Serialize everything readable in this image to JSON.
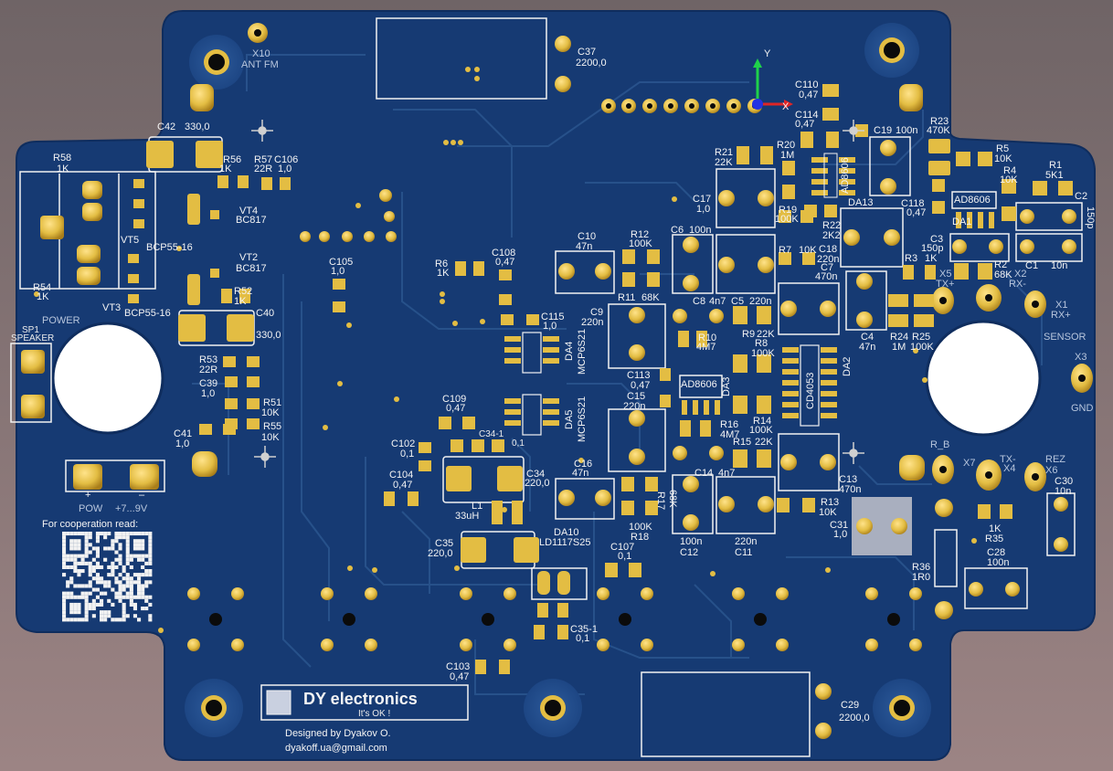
{
  "board": {
    "colors": {
      "board": "#163a73",
      "board_edge": "#0f2d5e",
      "trace": "#2b568f",
      "pad": "#e3bd43",
      "pad_dark": "#b88c22",
      "silk": "#f2f2f2",
      "hole": "#0b0b0b"
    }
  },
  "connectors": {
    "x10_ref": "X10",
    "x10_name": "ANT FM",
    "sp1_ref": "SP1",
    "sp1_name": "SPEAKER",
    "power": "POWER",
    "sensor": "SENSOR",
    "x3_ref": "X3",
    "x3_gnd": "GND",
    "x1_ref": "X1",
    "x1_name": "RX+",
    "x2_ref": "X2",
    "x2_name": "RX-",
    "x5_ref": "X5",
    "x5_name": "TX+",
    "x7_ref": "X7",
    "x7_name": "R_B",
    "x4_ref": "X4",
    "x4_name": "TX-",
    "x6_ref": "X6",
    "x6_name": "REZ",
    "pow_label": "POW",
    "pow_plus": "+",
    "pow_minus": "–",
    "pow_range": "+7...9V"
  },
  "components": {
    "c37": "C37",
    "c37_v": "2200,0",
    "c29": "C29",
    "c29_v": "2200,0",
    "c42": "C42",
    "c42_v": "330,0",
    "c40": "C40",
    "c40_v": "330,0",
    "r58": "R58",
    "r58_v": "1K",
    "r54": "R54",
    "r54_v": "1K",
    "r56": "R56",
    "r56_v": "1K",
    "r57": "R57",
    "r57_v": "22R",
    "c106": "C106",
    "c106_v": "1,0",
    "vt4": "VT4",
    "vt4_v": "BC817",
    "vt2": "VT2",
    "vt2_v": "BC817",
    "vt5": "VT5",
    "vt5_v": "BCP55-16",
    "vt3": "VT3",
    "vt3_v": "BCP55-16",
    "r52": "R52",
    "r52_v": "1K",
    "r53": "R53",
    "r53_v": "22R",
    "c39": "C39",
    "c39_v": "1,0",
    "r51": "R51",
    "r51_v": "10K",
    "r55": "R55",
    "r55_v": "10K",
    "c41": "C41",
    "c41_v": "1,0",
    "c105": "C105",
    "c105_v": "1,0",
    "r6": "R6",
    "r6_v": "1K",
    "c108": "C108",
    "c108_v": "0,47",
    "c115": "C115",
    "c115_v": "1,0",
    "da4": "DA4",
    "da4_v": "MCP6S21",
    "da5": "DA5",
    "da5_v": "MCP6S21",
    "c109": "C109",
    "c109_v": "0,47",
    "c34_1": "C34-1",
    "c34_1_v": "0,1",
    "c102": "C102",
    "c102_v": "0,1",
    "c104": "C104",
    "c104_v": "0,47",
    "c34": "C34",
    "c34_v": "220,0",
    "l1": "L1",
    "l1_v": "33uH",
    "c35": "C35",
    "c35_v": "220,0",
    "da10": "DA10",
    "da10_v": "LD1117S25",
    "c107": "C107",
    "c107_v": "0,1",
    "c35_1": "C35-1",
    "c35_1_v": "0,1",
    "c103": "C103",
    "c103_v": "0,47",
    "c10": "C10",
    "c10_v": "47n",
    "r12": "R12",
    "r12_v": "100K",
    "r11": "R11",
    "r11_v": "68K",
    "c6": "C6",
    "c6_v": "100n",
    "c9": "C9",
    "c9_v": "220n",
    "c8": "C8",
    "c8_v": "4n7",
    "c5": "C5",
    "c5_v": "220n",
    "r10": "R10",
    "r10_v": "4M7",
    "r9": "R9",
    "r9_v": "22K",
    "r8": "R8",
    "r8_v": "100K",
    "c113": "C113",
    "c113_v": "0,47",
    "da3": "DA3",
    "da3_v": "AD8606",
    "c15": "C15",
    "c15_v": "220n",
    "r16": "R16",
    "r16_v": "4M7",
    "r14": "R14",
    "r14_v": "100K",
    "r15": "R15",
    "r15_v": "22K",
    "c14": "C14",
    "c14_v": "4n7",
    "c16": "C16",
    "c16_v": "47n",
    "r17": "R17",
    "r17_v": "68K",
    "r18": "R18",
    "r18_v": "100K",
    "c12": "C12",
    "c12_v": "100n",
    "c11": "C11",
    "c11_v": "220n",
    "r13": "R13",
    "r13_v": "10K",
    "c13": "C13",
    "c13_v": "470n",
    "c31": "C31",
    "c31_v": "1,0",
    "da2": "DA2",
    "da2_v": "CD4053",
    "c17": "C17",
    "c17_v": "1,0",
    "r21": "R21",
    "r21_v": "22K",
    "r20": "R20",
    "r20_v": "1M",
    "r19": "R19",
    "r19_v": "100K",
    "r22": "R22",
    "r22_v": "2K2",
    "r7": "R7",
    "r7_v": "10K",
    "c18": "C18",
    "c18_v": "220n",
    "c7": "C7",
    "c7_v": "470n",
    "c110": "C110",
    "c110_v": "0,47",
    "c114": "C114",
    "c114_v": "0,47",
    "da13": "DA13",
    "da13_v": "AD8606",
    "c19": "C19",
    "c19_v": "100n",
    "r23": "R23",
    "r23_v": "470K",
    "r5": "R5",
    "r5_v": "10K",
    "r4": "R4",
    "r4_v": "10K",
    "r1": "R1",
    "r1_v": "5K1",
    "c118": "C118",
    "c118_v": "0,47",
    "da1": "DA1",
    "da1_v": "AD8606",
    "c2": "C2",
    "c2_v": "150p",
    "c3": "C3",
    "c3_v": "150p",
    "r3": "R3",
    "r3_v": "1K",
    "r2": "R2",
    "r2_v": "68K",
    "c1": "C1",
    "c1_v": "10n",
    "c4": "C4",
    "c4_v": "47n",
    "r24": "R24",
    "r24_v": "1M",
    "r25": "R25",
    "r25_v": "100K",
    "r36": "R36",
    "r36_v": "1R0",
    "r35": "R35",
    "r35_v": "1K",
    "c28": "C28",
    "c28_v": "100n",
    "c30": "C30",
    "c30_v": "10n"
  },
  "axes": {
    "x": "X",
    "y": "Y"
  },
  "branding": {
    "cooperation": "For cooperation read:",
    "brand": "DY electronics",
    "tagline": "It's OK !",
    "designed": "Designed by Dyakov O.",
    "email": "dyakoff.ua@gmail.com"
  }
}
